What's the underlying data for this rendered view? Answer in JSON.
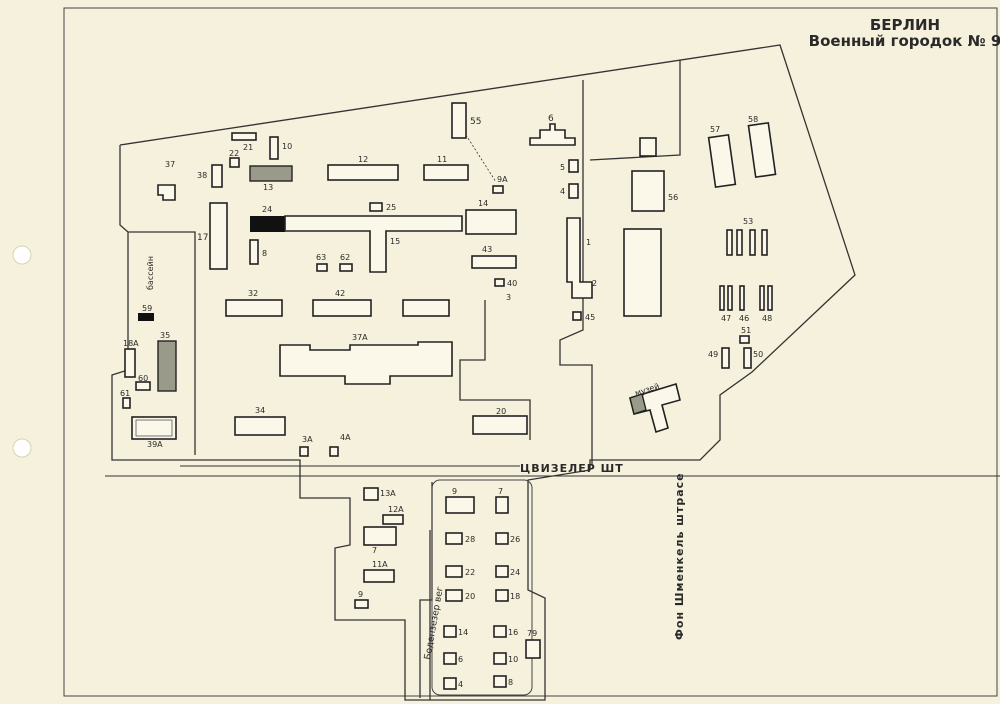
{
  "title": {
    "city": "БЕРЛИН",
    "subtitle": "Военный городок № 9"
  },
  "streets": {
    "main": "ЦВИЗЕЛЕР ШТ",
    "east": "Фон Шменкель штрасе",
    "west": "Бодензезер вег"
  },
  "areas": {
    "pool": "бассейн",
    "museum": "музей"
  },
  "buildings": {
    "b55": "55",
    "b6": "6",
    "b10": "10",
    "b21": "21",
    "b22": "22",
    "b38": "38",
    "b13": "13",
    "b37": "37",
    "b12": "12",
    "b11": "11",
    "b9a": "9А",
    "b5": "5",
    "b4": "4",
    "b57": "57",
    "b58": "58",
    "b56": "56",
    "b17": "17",
    "b24": "24",
    "b25": "25",
    "b14": "14",
    "b15": "15",
    "b8": "8",
    "b63": "63",
    "b62": "62",
    "b43": "43",
    "b1": "1",
    "b2": "2",
    "b53": "53",
    "b40": "40",
    "b3": "3",
    "b45": "45",
    "b32": "32",
    "b42": "42",
    "b59": "59",
    "b18a": "18А",
    "b35": "35",
    "b60": "60",
    "b61": "61",
    "b37a": "37А",
    "b47": "47",
    "b46": "46",
    "b48": "48",
    "b51": "51",
    "b49": "49",
    "b50": "50",
    "b34": "34",
    "b39a": "39А",
    "b20": "20",
    "b3a": "3А",
    "b4a": "4А",
    "s13a": "13А",
    "s12a": "12А",
    "s7": "7",
    "s11a": "11А",
    "s9": "9",
    "s9r": "9",
    "s7r": "7",
    "s28": "28",
    "s26": "26",
    "s22": "22",
    "s24": "24",
    "s20": "20",
    "s18": "18",
    "s14": "14",
    "s16": "16",
    "s79": "79",
    "s6": "6",
    "s10": "10",
    "s4": "4",
    "s8": "8"
  }
}
